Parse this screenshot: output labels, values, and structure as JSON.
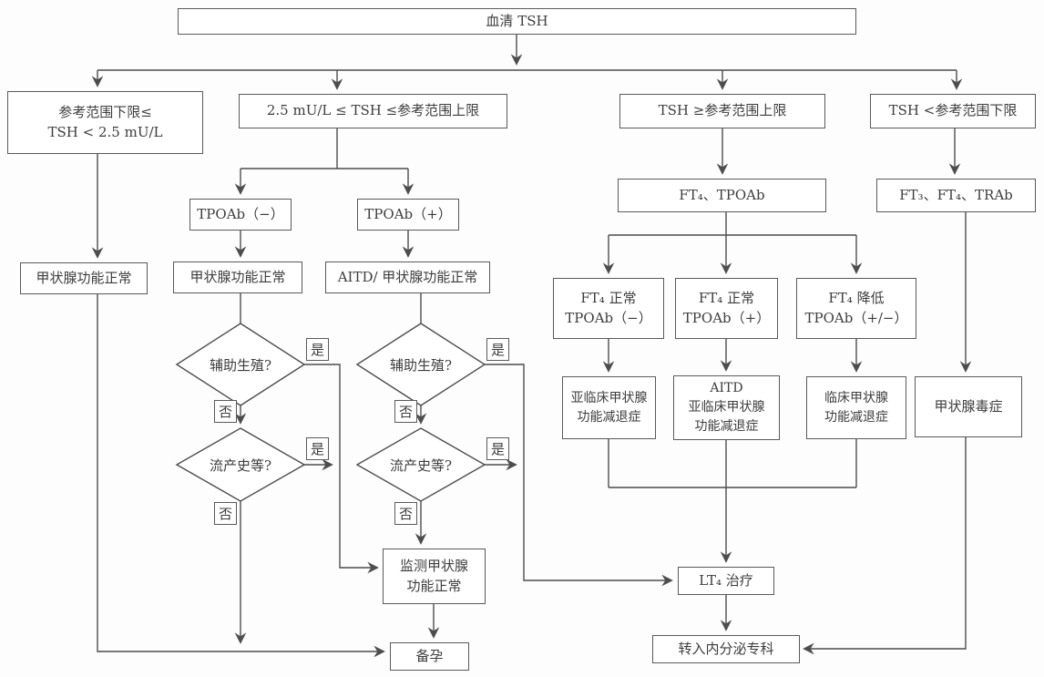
{
  "diagram": {
    "root": "血清 TSH",
    "branch1": {
      "box_l1": "参考范围下限≤",
      "box_l2": "TSH < 2.5 mU/L",
      "outcome": "甲状腺功能正常"
    },
    "branch2": {
      "box": "2.5 mU/L ≤ TSH ≤参考范围上限",
      "tpoab_neg": "TPOAb（−）",
      "tpoab_pos": "TPOAb（+）",
      "euthyroid": "甲状腺功能正常",
      "aitd_euthyroid": "AITD/ 甲状腺功能正常",
      "q_art": "辅助生殖?",
      "q_miscarriage": "流产史等?",
      "monitor_l1": "监测甲状腺",
      "monitor_l2": "功能正常",
      "prepare": "备孕"
    },
    "branch3": {
      "box": "TSH ≥参考范围上限",
      "tests": "FT₄、TPOAb",
      "r1_l1": "FT₄ 正常",
      "r1_l2": "TPOAb（−）",
      "r2_l1": "FT₄ 正常",
      "r2_l2": "TPOAb（+）",
      "r3_l1": "FT₄ 降低",
      "r3_l2": "TPOAb（+/−）",
      "d1_l1": "亚临床甲状腺",
      "d1_l2": "功能减退症",
      "d2_l1": "AITD",
      "d2_l2": "亚临床甲状腺",
      "d2_l3": "功能减退症",
      "d3_l1": "临床甲状腺",
      "d3_l2": "功能减退症",
      "lt4": "LT₄ 治疗",
      "refer": "转入内分泌专科"
    },
    "branch4": {
      "box": "TSH <参考范围下限",
      "tests": "FT₃、FT₄、TRAb",
      "outcome": "甲状腺毒症"
    },
    "labels": {
      "yes": "是",
      "no": "否"
    },
    "colors": {
      "line": "#4d4d4d",
      "border": "#5a5a5a",
      "text": "#3d3d3d",
      "box_bg": "#ffffff"
    }
  }
}
